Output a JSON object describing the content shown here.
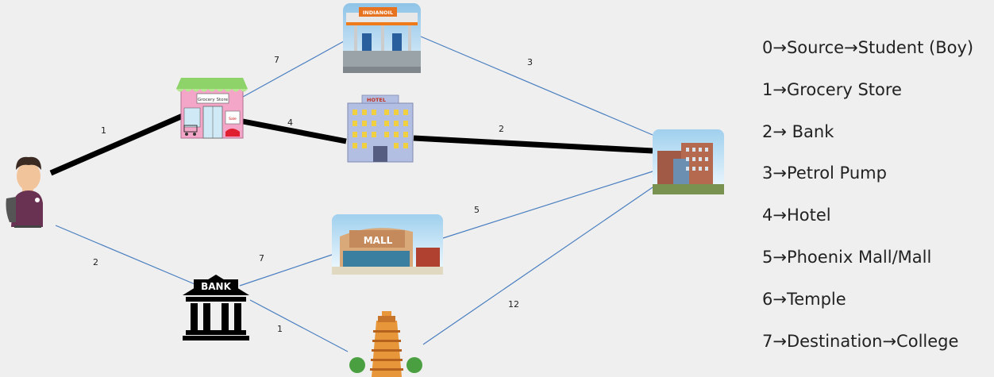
{
  "edges": [
    {
      "from": "student",
      "to": "grocery",
      "weight": "1",
      "path": true
    },
    {
      "from": "student",
      "to": "bank",
      "weight": "2",
      "path": false
    },
    {
      "from": "grocery",
      "to": "petrol",
      "weight": "7",
      "path": false
    },
    {
      "from": "grocery",
      "to": "hotel",
      "weight": "4",
      "path": true
    },
    {
      "from": "petrol",
      "to": "college",
      "weight": "3",
      "path": false
    },
    {
      "from": "hotel",
      "to": "college",
      "weight": "2",
      "path": true
    },
    {
      "from": "bank",
      "to": "mall",
      "weight": "7",
      "path": false
    },
    {
      "from": "bank",
      "to": "temple",
      "weight": "1",
      "path": false
    },
    {
      "from": "mall",
      "to": "college",
      "weight": "5",
      "path": false
    },
    {
      "from": "temple",
      "to": "college",
      "weight": "12",
      "path": false
    }
  ],
  "signs": {
    "petrol": "INDIANOIL",
    "grocery": "Grocery Store",
    "grocery_door": "Sale",
    "hotel": "HOTEL",
    "mall": "MALL",
    "bank": "BANK"
  },
  "legend": [
    "0→Source→Student (Boy)",
    "1→Grocery Store",
    "2→ Bank",
    "3→Petrol Pump",
    "4→Hotel",
    "5→Phoenix Mall/Mall",
    "6→Temple",
    "7→Destination→College"
  ],
  "colors": {
    "edge": "#4a7fc0",
    "path": "#000000",
    "background": "#efefef"
  }
}
